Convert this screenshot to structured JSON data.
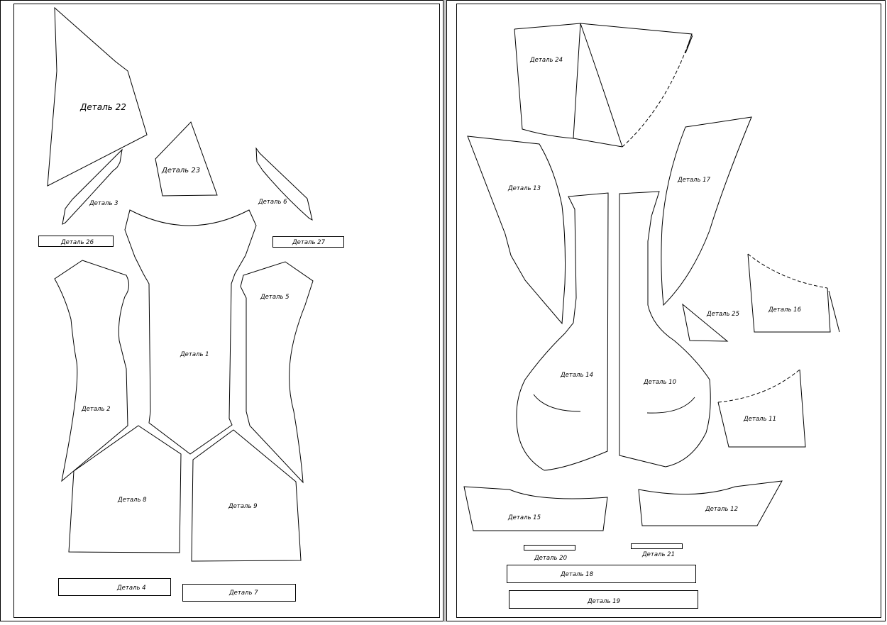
{
  "sheets": {
    "left": {
      "pieces": {
        "p1": "Деталь 1",
        "p2": "Деталь 2",
        "p3": "Деталь 3",
        "p4": "Деталь 4",
        "p5": "Деталь 5",
        "p6": "Деталь 6",
        "p7": "Деталь 7",
        "p8": "Деталь 8",
        "p9": "Деталь 9",
        "p22": "Деталь 22",
        "p23": "Деталь 23",
        "p26": "Деталь 26",
        "p27": "Деталь 27"
      }
    },
    "right": {
      "pieces": {
        "p10": "Деталь 10",
        "p11": "Деталь 11",
        "p12": "Деталь 12",
        "p13": "Деталь 13",
        "p14": "Деталь 14",
        "p15": "Деталь 15",
        "p16": "Деталь 16",
        "p17": "Деталь 17",
        "p18": "Деталь 18",
        "p19": "Деталь 19",
        "p20": "Деталь 20",
        "p21": "Деталь 21",
        "p24": "Деталь 24",
        "p25": "Деталь 25"
      }
    }
  }
}
